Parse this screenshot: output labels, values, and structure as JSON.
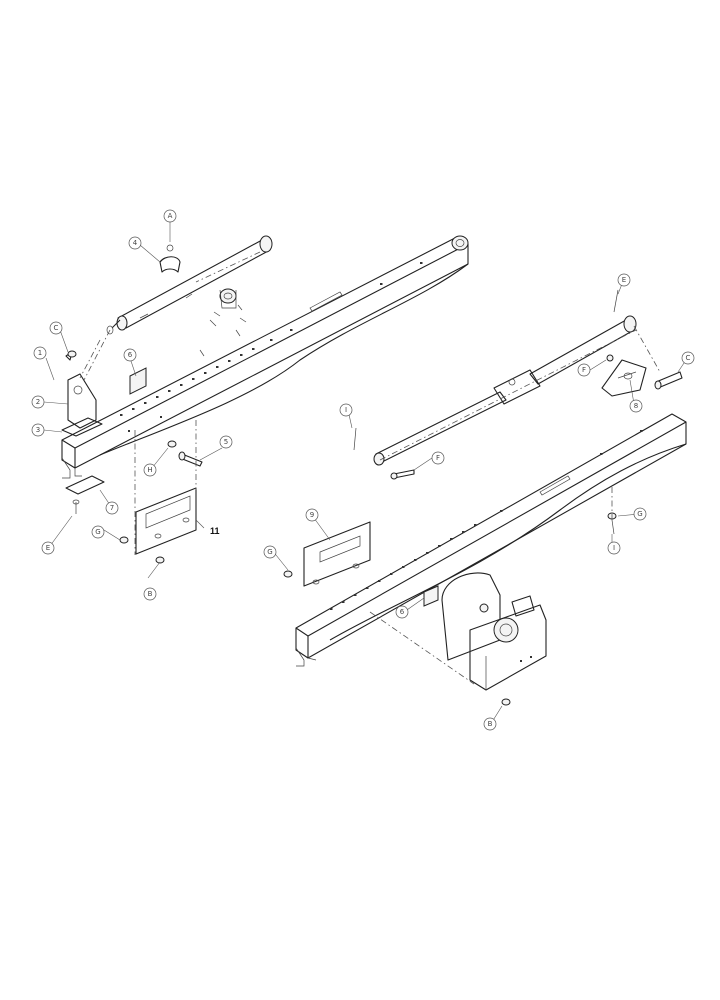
{
  "diagram": {
    "callouts": [
      {
        "id": "c-top-a",
        "text": "A"
      },
      {
        "id": "c-top-4",
        "text": "4"
      },
      {
        "id": "c-left-c",
        "text": "C"
      },
      {
        "id": "c-left-1",
        "text": "1"
      },
      {
        "id": "c-left-6",
        "text": "6"
      },
      {
        "id": "c-left-2",
        "text": "2"
      },
      {
        "id": "c-left-3",
        "text": "3"
      },
      {
        "id": "c-left-h",
        "text": "H"
      },
      {
        "id": "c-left-5",
        "text": "5"
      },
      {
        "id": "c-left-7",
        "text": "7"
      },
      {
        "id": "c-left-e",
        "text": "E"
      },
      {
        "id": "c-left-g",
        "text": "G"
      },
      {
        "id": "c-left-b",
        "text": "B"
      },
      {
        "id": "c-right-e",
        "text": "E"
      },
      {
        "id": "c-right-f",
        "text": "F"
      },
      {
        "id": "c-right-c",
        "text": "C"
      },
      {
        "id": "c-right-8",
        "text": "8"
      },
      {
        "id": "c-right-i",
        "text": "I"
      },
      {
        "id": "c-right-f2",
        "text": "F"
      },
      {
        "id": "c-right-9",
        "text": "9"
      },
      {
        "id": "c-right-g",
        "text": "G"
      },
      {
        "id": "c-right-i2",
        "text": "I"
      },
      {
        "id": "c-right-g2",
        "text": "G"
      },
      {
        "id": "c-right-6",
        "text": "6"
      },
      {
        "id": "c-right-b",
        "text": "B"
      }
    ],
    "bold_label": "11"
  }
}
